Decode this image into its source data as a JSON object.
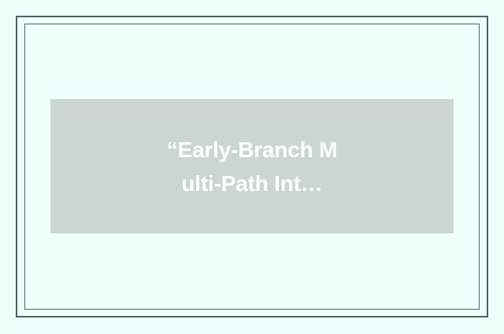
{
  "page": {
    "background_color": "#f0fdfd"
  },
  "frame": {
    "outer_border_color": "#4e6161",
    "inner_border_color": "#4e6161"
  },
  "thumbnail": {
    "background_color": "#ccd4d4",
    "text_color": "#fbfdfd",
    "title_lines": [
      "“Early-Branch M",
      "ulti-Path Int…"
    ],
    "full_title": "“Early-Branch Multi-Path Int…"
  }
}
